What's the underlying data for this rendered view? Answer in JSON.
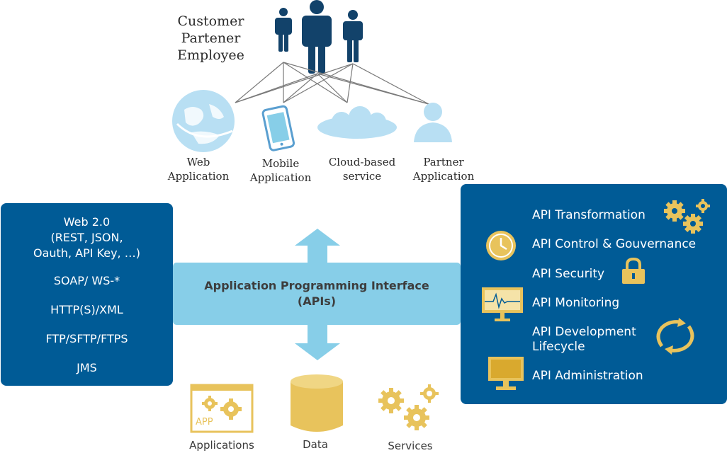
{
  "audience": {
    "lines": [
      "Customer",
      "Partener",
      "Employee"
    ]
  },
  "channels": [
    {
      "lines": [
        "Web",
        "Application"
      ],
      "icon": "globe-icon"
    },
    {
      "lines": [
        "Mobile",
        "Application"
      ],
      "icon": "mobile-phone-icon"
    },
    {
      "lines": [
        "Cloud-based",
        "service"
      ],
      "icon": "cloud-icon"
    },
    {
      "lines": [
        "Partner",
        "Application"
      ],
      "icon": "person-icon"
    }
  ],
  "protocols": {
    "heading": [
      "Web 2.0",
      "(REST, JSON,",
      "Oauth, API Key, …)"
    ],
    "items": [
      "SOAP/ WS-*",
      "HTTP(S)/XML",
      "FTP/SFTP/FTPS",
      "JMS"
    ]
  },
  "api_layer": {
    "line1": "Application Programming Interface",
    "line2": "(APIs)"
  },
  "management": [
    {
      "label": "API Transformation",
      "icon": "gears-icon"
    },
    {
      "label": "API Control & Gouvernance",
      "icon": "clock-icon"
    },
    {
      "label": "API Security",
      "icon": "padlock-icon"
    },
    {
      "label": "API Monitoring",
      "icon": "monitor-pulse-icon"
    },
    {
      "lines": [
        "API Development",
        "Lifecycle"
      ],
      "icon": "cycle-arrows-icon"
    },
    {
      "label": "API Administration",
      "icon": "computer-icon"
    }
  ],
  "backends": [
    {
      "label": "Applications",
      "icon": "app-window-icon",
      "badge": "APP"
    },
    {
      "label": "Data",
      "icon": "database-icon"
    },
    {
      "label": "Services",
      "icon": "gears-icon"
    }
  ],
  "colors": {
    "dark_blue": "#005b96",
    "navy_figure": "#12426a",
    "light_blue": "#87cee8",
    "pale_blue": "#b8dff3",
    "gold": "#e8c35c",
    "gold_dark": "#d9a92e"
  }
}
